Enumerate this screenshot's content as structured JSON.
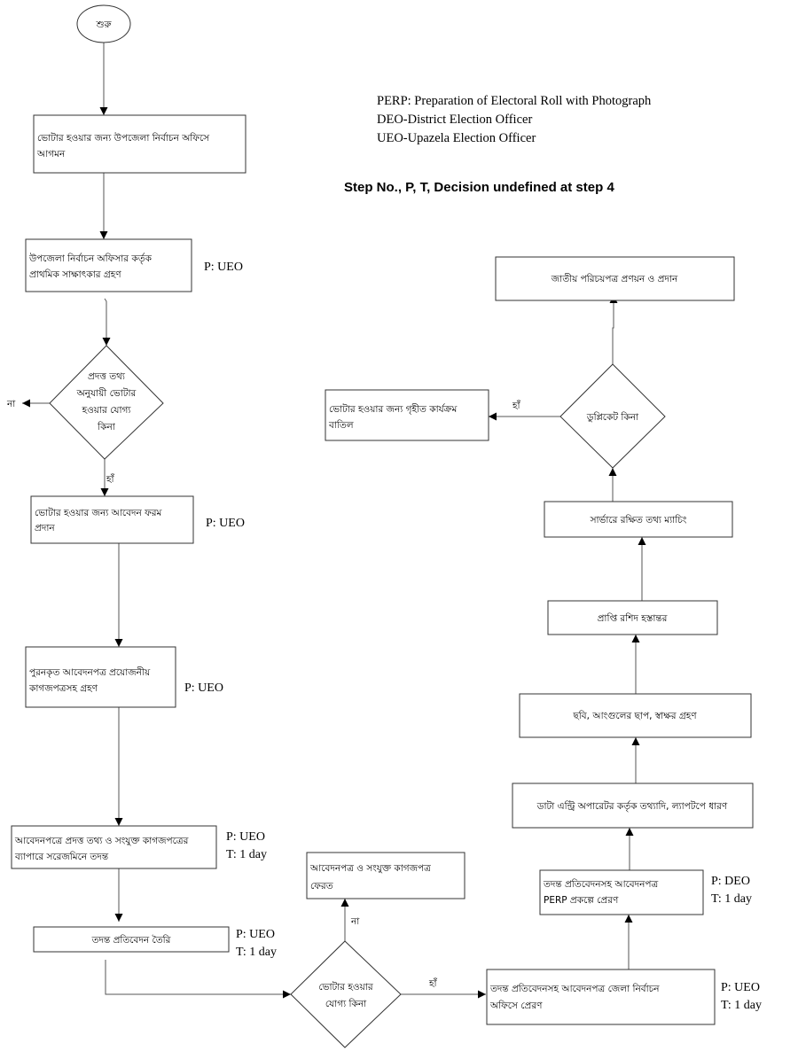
{
  "legend": {
    "lines": [
      "PERP: Preparation of Electoral Roll with Photograph",
      "DEO-District Election Officer",
      "UEO-Upazela Election Officer"
    ]
  },
  "heading": "Step No., P, T, Decision undefined at step 4",
  "nodes": {
    "start": {
      "lines": [
        "শুরু"
      ]
    },
    "arrival": {
      "lines": [
        "ভোটার হওয়ার জন্য উপজেলা নির্বাচন অফিসে",
        "আগমন"
      ]
    },
    "interview": {
      "lines": [
        "উপজেলা নির্বাচন অফিসার কর্তৃক",
        "প্রাথমিক সাক্ষাৎকার গ্রহণ"
      ],
      "side": [
        "P: UEO"
      ]
    },
    "eligible_decision": {
      "lines": [
        "প্রদত্ত তথ্য",
        "অনুযায়ী ভোটার",
        "হওয়ার  যোগ্য",
        "কিনা"
      ]
    },
    "form_provide": {
      "lines": [
        "ভোটার হওয়ার জন্য আবেদন ফরম",
        "প্রদান"
      ],
      "side": [
        "P: UEO"
      ]
    },
    "form_receive": {
      "lines": [
        "পুরনকৃত আবেদনপত্র প্রয়োজনীয়",
        "কাগজপত্রসহ গ্রহণ"
      ],
      "side": [
        "P: UEO"
      ]
    },
    "investigation": {
      "lines": [
        "আবেদনপত্রে প্রদত্ত তথ্য ও সংযুক্ত কাগজপত্রের",
        "ব্যাপারে সরেজমিনে তদন্ত"
      ],
      "side": [
        "P: UEO",
        "T: 1 day"
      ]
    },
    "report": {
      "lines": [
        "তদন্ত প্রতিবেদন তৈরি"
      ],
      "side": [
        "P: UEO",
        "T: 1 day"
      ]
    },
    "qualify_decision": {
      "lines": [
        "ভোটার হওয়ার",
        "যোগ্য কিনা"
      ]
    },
    "return_docs": {
      "lines": [
        "আবেদনপত্র ও সংযুক্ত কাগজপত্র",
        "ফেরত"
      ]
    },
    "send_district": {
      "lines": [
        "তদন্ত প্রতিবেদনসহ আবেদনপত্র জেলা নির্বাচন",
        "অফিসে প্রেরণ"
      ],
      "side": [
        "P: UEO",
        "T: 1 day"
      ]
    },
    "send_perp": {
      "lines": [
        "তদন্ত প্রতিবেদনসহ আবেদনপত্র",
        "PERP প্রকল্পে প্রেরণ"
      ],
      "side": [
        "P: DEO",
        "T: 1 day"
      ]
    },
    "data_entry": {
      "lines": [
        "ডাটা এন্ট্রি অপারেটর কর্তৃক তথ্যাদি, ল্যাপটপে ধারণ"
      ]
    },
    "capture": {
      "lines": [
        "ছবি, আংগুলের ছাপ, স্বাক্ষর গ্রহণ"
      ]
    },
    "receipt": {
      "lines": [
        "প্রাপ্তি রশিদ হস্তান্তর"
      ]
    },
    "matching": {
      "lines": [
        "সার্ভারে রক্ষিত তথ্য ম্যাচিং"
      ]
    },
    "duplicate_decision": {
      "lines": [
        "ডুপ্লিকেট কিনা"
      ]
    },
    "cancel": {
      "lines": [
        "ভোটার হওয়ার জন্য গৃহীত কার্যক্রম",
        "বাতিল"
      ]
    },
    "id_card": {
      "lines": [
        "জাতীয় পরিচয়পত্র প্রণয়ন ও প্রদান"
      ]
    }
  },
  "edge_labels": {
    "no1": "না",
    "yes1": "হাঁ",
    "no2": "না",
    "yes2": "হাঁ",
    "yes3": "হাঁ"
  }
}
